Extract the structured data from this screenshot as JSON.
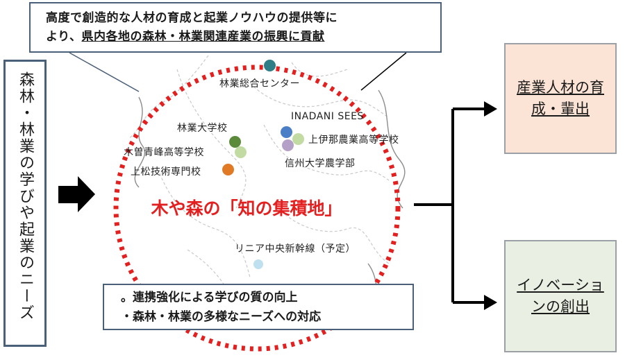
{
  "top_callout": {
    "line1": "高度で創造的な人材の育成と起業ノウハウの提供等に",
    "line2_plain": "より、",
    "line2_underlined": "県内各地の森林・林業関連産業の振興に貢献"
  },
  "left_box": {
    "text": "森林・林業の学びや起業のニーズ"
  },
  "center_title": "木や森の「知の集積地」",
  "map_labels": {
    "ringyo_center": "林業総合センター",
    "inadani_sees": "INADANI SEES",
    "kamiina_hs": "上伊那農業高等学校",
    "shinshu_univ": "信州大学農学部",
    "ringyo_daigakko": "林業大学校",
    "kiso_hs": "木曽青峰高等学校",
    "agematsu_hs": "上松技術専門校",
    "linear": "リニア中央新幹線（予定）"
  },
  "dot_colors": {
    "ringyo_center": "#2e7d87",
    "inadani_sees": "#4a7fc7",
    "kamiina_hs": "#c2dba3",
    "shinshu_univ": "#b49fc7",
    "ringyo_daigakko": "#5b8a3a",
    "kiso_hs": "#c2dba3",
    "agematsu_hs": "#e07a25",
    "linear": "#bfe0ef"
  },
  "bottom_callout": {
    "line1": "。連携強化による学びの質の向上",
    "line2": "・森林・林業の多様なニーズへの対応"
  },
  "right_top": {
    "text": "産業人材の育成・輩出"
  },
  "right_bottom": {
    "text": "イノベーションの創出"
  },
  "colors": {
    "circle_dash": "#e32020",
    "title_red": "#e32020",
    "box_border": "#4a5f78",
    "right_top_bg": "#fbe4d5",
    "right_bottom_bg": "#e9f0e3"
  }
}
